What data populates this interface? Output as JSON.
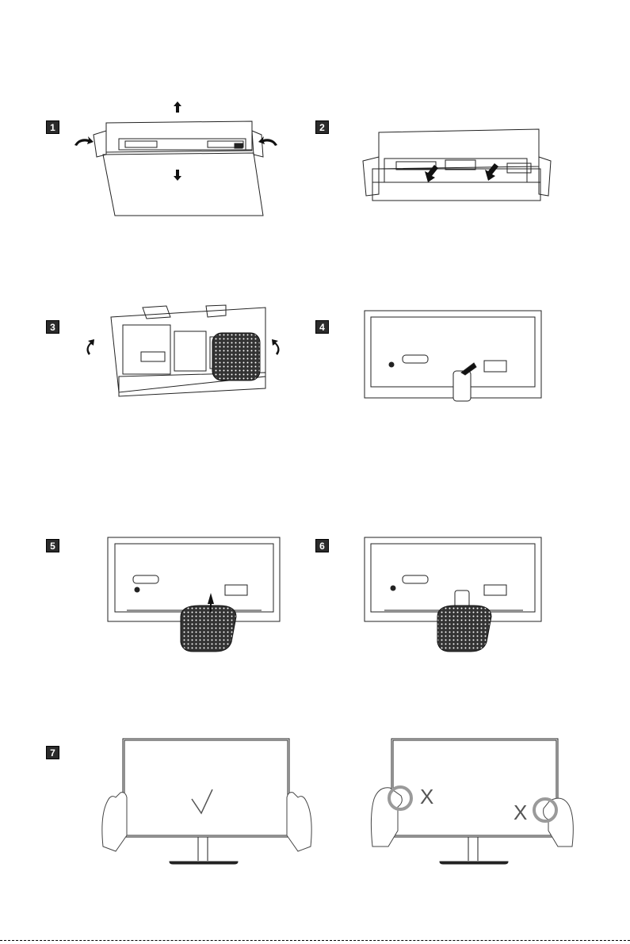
{
  "steps": [
    {
      "number": "1"
    },
    {
      "number": "2"
    },
    {
      "number": "3"
    },
    {
      "number": "4"
    },
    {
      "number": "5"
    },
    {
      "number": "6"
    },
    {
      "number": "7"
    }
  ],
  "step7": {
    "correct_mark": "✓",
    "wrong_mark_1": "X",
    "wrong_mark_2": "X"
  },
  "colors": {
    "line": "#222222",
    "badge": "#2b2b2b",
    "grip_ring": "#9a9a9a"
  }
}
